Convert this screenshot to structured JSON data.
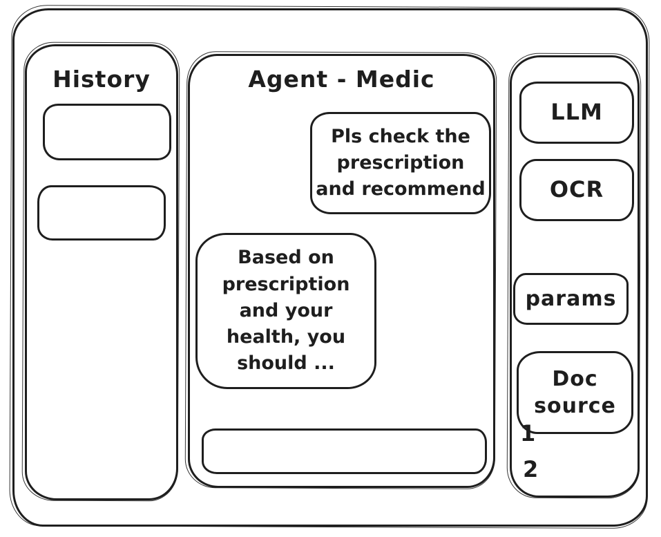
{
  "colors": {
    "stroke": "#1e1e1e",
    "background": "#ffffff"
  },
  "history_panel": {
    "title": "History",
    "items": [
      {
        "label": ""
      },
      {
        "label": ""
      }
    ]
  },
  "chat_panel": {
    "title": "Agent - Medic",
    "messages": [
      {
        "role": "user",
        "align": "right",
        "text": "Pls check the\nprescription\nand recommend"
      },
      {
        "role": "assistant",
        "align": "left",
        "text": "Based on\nprescription\nand your\nhealth, you\nshould ..."
      }
    ],
    "input": {
      "value": "",
      "placeholder": ""
    }
  },
  "tools_panel": {
    "buttons": [
      {
        "label": "LLM"
      },
      {
        "label": "OCR"
      },
      {
        "label": "params"
      },
      {
        "label": "Doc\nsource"
      }
    ],
    "doc_source_items": [
      "1",
      "2"
    ]
  }
}
